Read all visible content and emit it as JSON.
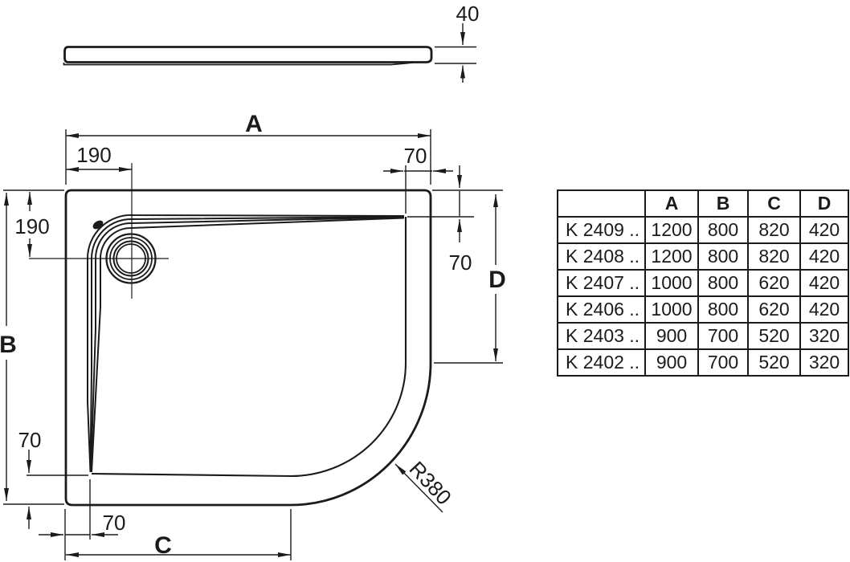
{
  "colors": {
    "ink": "#1b1b1b",
    "background": "#ffffff"
  },
  "side_view": {
    "thickness": "40"
  },
  "plan_view": {
    "width_label": "A",
    "height_label": "B",
    "bottom_width_label": "C",
    "right_height_label": "D",
    "drain_offset_top": "190",
    "drain_offset_left": "190",
    "rim_top_right": "70",
    "rim_right": "70",
    "rim_bottom_left": "70",
    "rim_bottom": "70",
    "corner_radius": "R380"
  },
  "table": {
    "headers": [
      "",
      "A",
      "B",
      "C",
      "D"
    ],
    "rows": [
      {
        "model": "K 2409 ..",
        "a": "1200",
        "b": "800",
        "c": "820",
        "d": "420"
      },
      {
        "model": "K 2408 ..",
        "a": "1200",
        "b": "800",
        "c": "820",
        "d": "420"
      },
      {
        "model": "K 2407 ..",
        "a": "1000",
        "b": "800",
        "c": "620",
        "d": "420"
      },
      {
        "model": "K 2406 ..",
        "a": "1000",
        "b": "800",
        "c": "620",
        "d": "420"
      },
      {
        "model": "K 2403 ..",
        "a": "900",
        "b": "700",
        "c": "520",
        "d": "320"
      },
      {
        "model": "K 2402 ..",
        "a": "900",
        "b": "700",
        "c": "520",
        "d": "320"
      }
    ]
  }
}
